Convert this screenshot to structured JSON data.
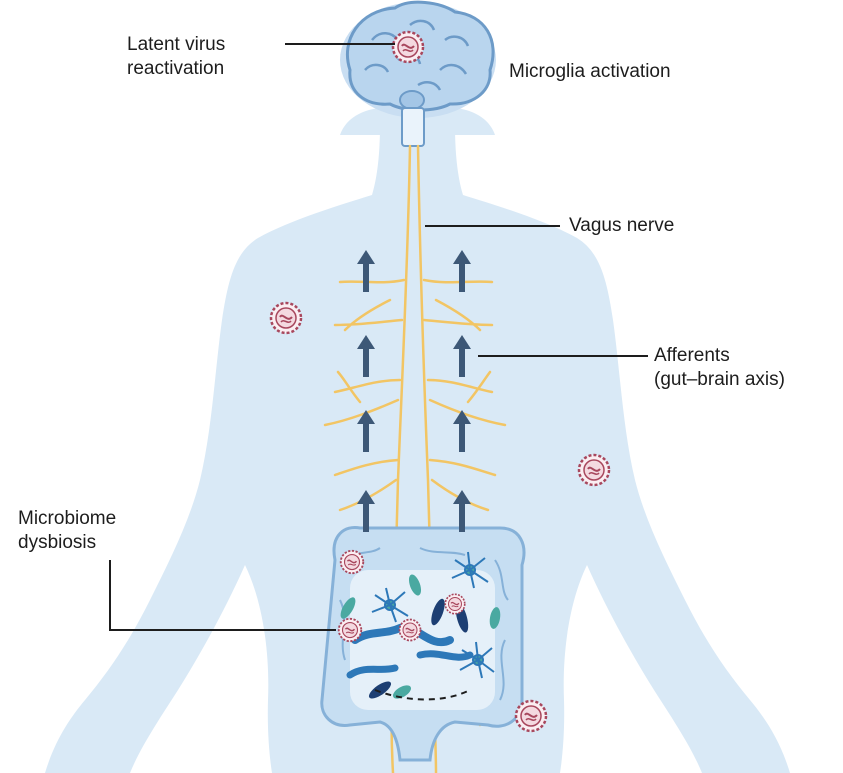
{
  "labels": {
    "latent_virus": [
      "Latent virus",
      "reactivation"
    ],
    "microglia": "Microglia activation",
    "vagus": "Vagus nerve",
    "afferents": [
      "Afferents",
      "(gut–brain axis)"
    ],
    "microbiome": [
      "Microbiome",
      "dysbiosis"
    ]
  },
  "colors": {
    "body": "#d9e9f6",
    "brain": "#b9d5ee",
    "brain_outline": "#6d9bc8",
    "nerve": "#f2c564",
    "arrow": "#3d5877",
    "virus": "#a8475d",
    "gut": "#c6def2",
    "bacteria_blue": "#2d78b8",
    "bacteria_teal": "#4aa9a1",
    "bacteria_navy": "#1d3f73"
  },
  "icons": {
    "virus": "virus-icon",
    "arrow": "up-arrow-icon",
    "brain": "brain-icon",
    "gut": "intestine-icon",
    "bacteria": "bacteria-icon"
  }
}
